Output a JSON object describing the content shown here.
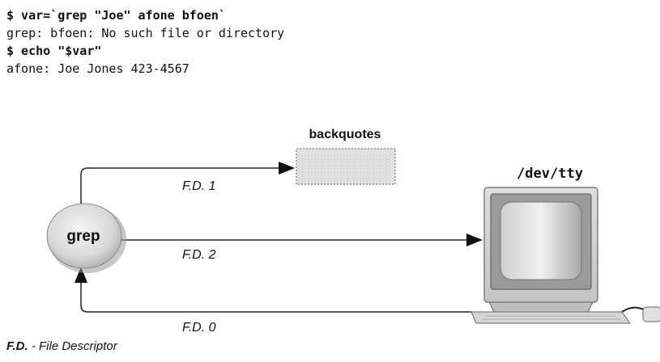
{
  "terminal": {
    "lines": [
      {
        "text": "$ var=`grep \"Joe\" afone bfoen`",
        "kind": "command"
      },
      {
        "text": "grep: bfoen: No such file or directory",
        "kind": "output"
      },
      {
        "text": "$ echo \"$var\"",
        "kind": "command"
      },
      {
        "text": "afone: Joe Jones 423-4567",
        "kind": "output"
      }
    ]
  },
  "diagram": {
    "process_label": "grep",
    "target_backquotes": "backquotes",
    "target_tty": "/dev/tty",
    "fd1_label": "F.D. 1",
    "fd2_label": "F.D. 2",
    "fd0_label": "F.D. 0"
  },
  "legend": {
    "abbr": "F.D.",
    "separator": " - ",
    "meaning": "File Descriptor"
  }
}
